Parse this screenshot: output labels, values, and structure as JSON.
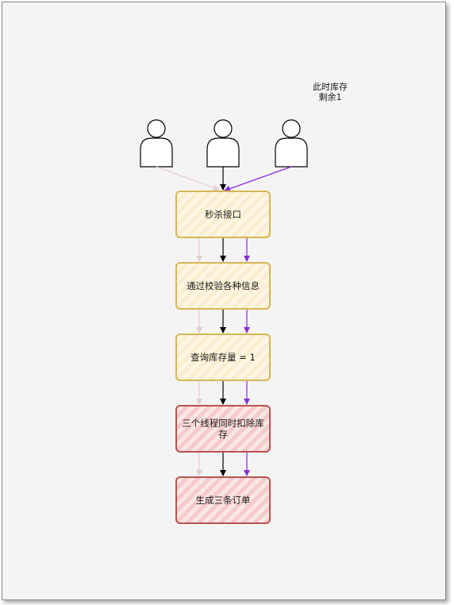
{
  "diagram": {
    "note_line1": "此时库存",
    "note_line2": "剩余1",
    "steps": [
      {
        "label": "秒杀接口"
      },
      {
        "label": "通过校验各种信息"
      },
      {
        "label": "查询库存量 = 1"
      },
      {
        "label": "三个线程同时扣除库存"
      },
      {
        "label": "生成三条订单"
      }
    ],
    "users_count": 3,
    "colors": {
      "canvas_bg": "#f4f4f4",
      "yellow_border": "#d6b656",
      "red_border": "#b85450",
      "flow_left": "#e6cccc",
      "flow_middle": "#000000",
      "flow_right": "#8a2be2"
    }
  }
}
